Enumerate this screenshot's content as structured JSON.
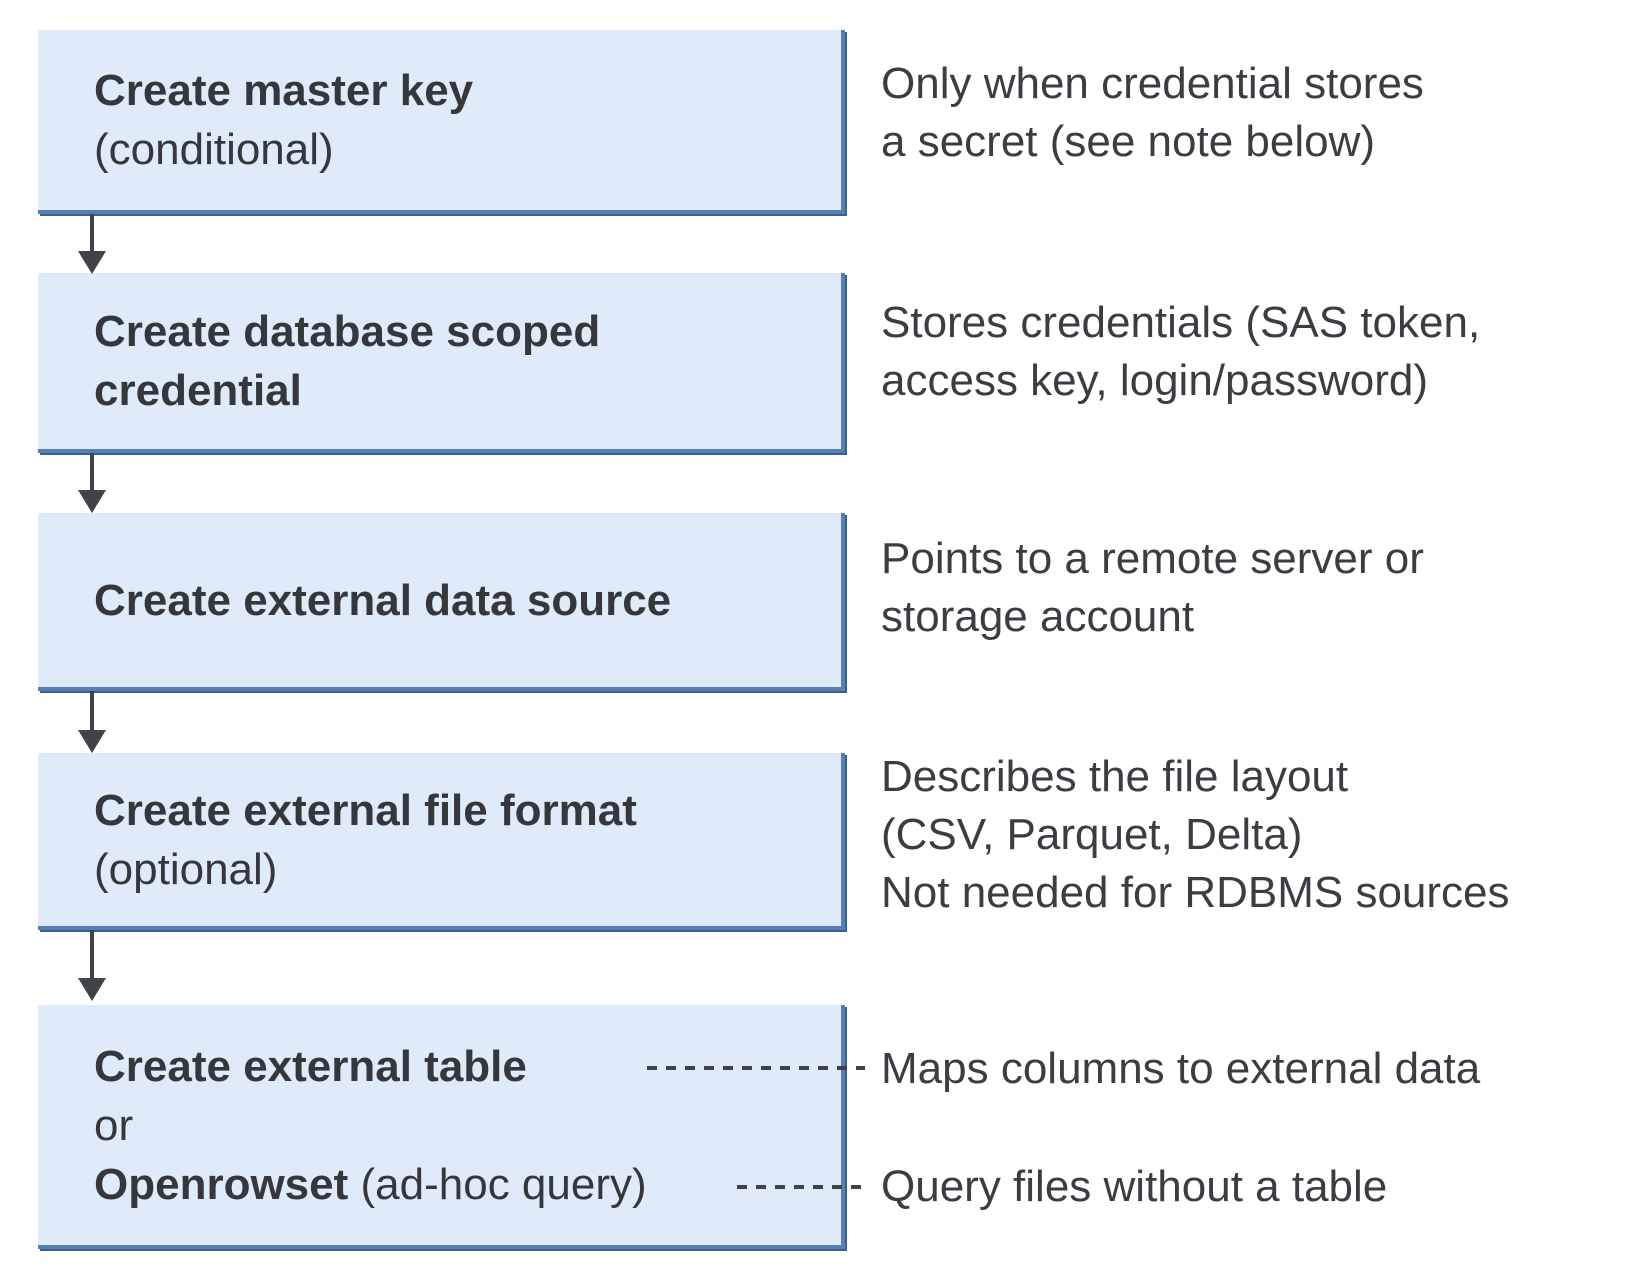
{
  "diagram": {
    "type": "flowchart",
    "orientation": "vertical",
    "description_visible_only": true
  },
  "colors": {
    "box_fill": "#e0ebfa",
    "box_border": "#5480b3",
    "box_border_dark": "#3c5f92",
    "arrow": "#3f4347",
    "text": "#34383c",
    "note_text": "#3a3e42",
    "background": "#ffffff"
  },
  "boxes": [
    {
      "lines": [
        "Create master key",
        "(conditional)"
      ]
    },
    {
      "lines": [
        "Create database scoped",
        "credential"
      ]
    },
    {
      "lines": [
        "Create external data source"
      ]
    },
    {
      "lines": [
        "Create external file format",
        "(optional)"
      ]
    },
    {
      "line1_bold": "Create external table",
      "line2": "or",
      "line3_bold": "Openrowset",
      "line3_rest": " (ad-hoc query)"
    }
  ],
  "annotations": [
    {
      "lines": [
        "Only when credential stores",
        "a secret (see note below)"
      ]
    },
    {
      "lines": [
        "Stores credentials (SAS token,",
        "access key, login/password)"
      ]
    },
    {
      "lines": [
        "Points to a remote server or",
        "storage account"
      ]
    },
    {
      "lines": [
        "Describes the file layout",
        "(CSV, Parquet, Delta)",
        "Not needed for RDBMS sources"
      ]
    },
    {
      "lines": [
        "Maps columns to external data"
      ]
    },
    {
      "lines": [
        "Query files without a table"
      ]
    }
  ]
}
